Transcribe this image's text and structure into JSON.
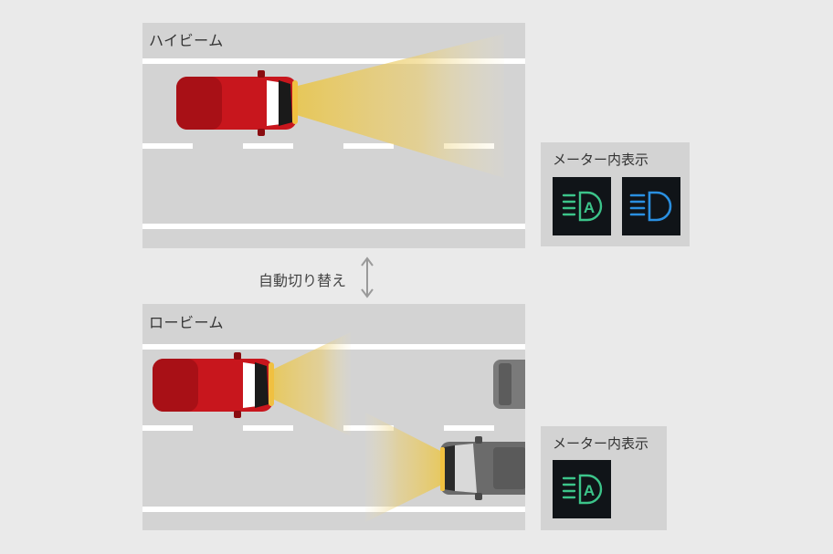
{
  "high_beam": {
    "label": "ハイビーム",
    "meter": {
      "title": "メーター内表示",
      "icons": [
        "auto-high-beam-indicator-icon",
        "high-beam-indicator-icon"
      ]
    }
  },
  "switch": {
    "label": "自動切り替え",
    "icon": "up-down-arrow-icon"
  },
  "low_beam": {
    "label": "ロービーム",
    "meter": {
      "title": "メーター内表示",
      "icons": [
        "auto-high-beam-indicator-icon"
      ]
    }
  },
  "colors": {
    "own_car": "#c8161d",
    "oncoming_car": "#6b6b6b",
    "beam": "#f0d060",
    "road": "#d3d3d3",
    "auto_icon": "#3cc48a",
    "high_beam_icon": "#2a8fe0"
  }
}
